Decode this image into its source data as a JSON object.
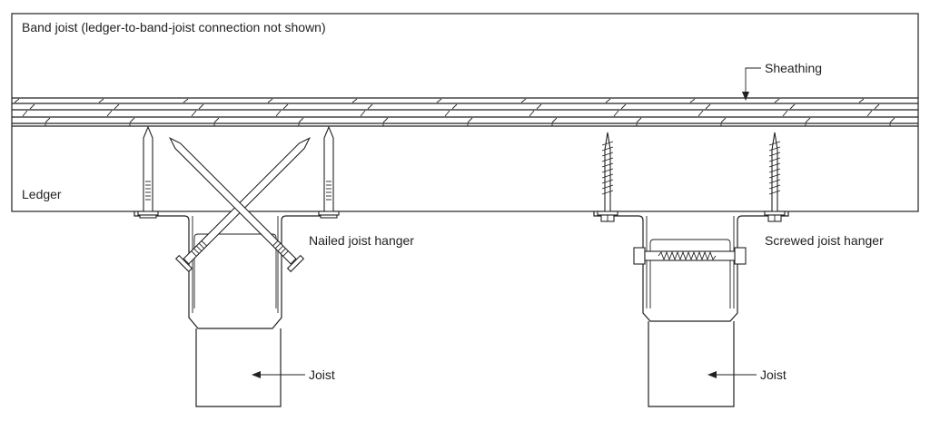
{
  "diagram": {
    "title": "Joist hanger connection detail",
    "labels": {
      "band_joist": "Band joist (ledger-to-band-joist connection not shown)",
      "sheathing": "Sheathing",
      "ledger": "Ledger",
      "nailed_hanger": "Nailed joist hanger",
      "screwed_hanger": "Screwed joist hanger",
      "joist_left": "Joist",
      "joist_right": "Joist"
    },
    "components": [
      {
        "id": "band-joist",
        "type": "member"
      },
      {
        "id": "sheathing",
        "type": "layer",
        "plies": 4
      },
      {
        "id": "ledger",
        "type": "member"
      },
      {
        "id": "nailed-joist-hanger",
        "fasteners": "nails",
        "top_fasteners": 2,
        "angled_fasteners": 2
      },
      {
        "id": "screwed-joist-hanger",
        "fasteners": "screws",
        "top_fasteners": 2,
        "through_bolt": 1
      },
      {
        "id": "joist-left",
        "type": "member"
      },
      {
        "id": "joist-right",
        "type": "member"
      }
    ],
    "colors": {
      "line": "#222222",
      "background": "#ffffff"
    }
  }
}
